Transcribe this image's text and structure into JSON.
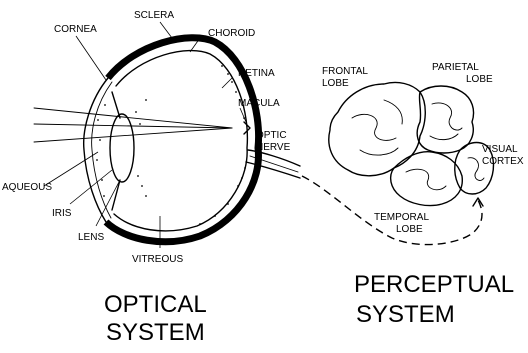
{
  "labels": {
    "cornea": "CORNEA",
    "sclera": "SCLERA",
    "choroid": "CHOROID",
    "retina": "RETINA",
    "macula": "MACULA",
    "optic_nerve_1": "OPTIC",
    "optic_nerve_2": "NERVE",
    "aqueous": "AQUEOUS",
    "iris": "IRIS",
    "lens": "LENS",
    "vitreous": "VITREOUS",
    "frontal_lobe_1": "FRONTAL",
    "frontal_lobe_2": "LOBE",
    "parietal_lobe_1": "PARIETAL",
    "parietal_lobe_2": "LOBE",
    "visual_cortex_1": "VISUAL",
    "visual_cortex_2": "CORTEX",
    "temporal_lobe_1": "TEMPORAL",
    "temporal_lobe_2": "LOBE"
  },
  "titles": {
    "optical_1": "OPTICAL",
    "optical_2": "SYSTEM",
    "perceptual_1": "PERCEPTUAL",
    "perceptual_2": "SYSTEM"
  },
  "colors": {
    "ink": "#000000",
    "background": "#ffffff"
  }
}
